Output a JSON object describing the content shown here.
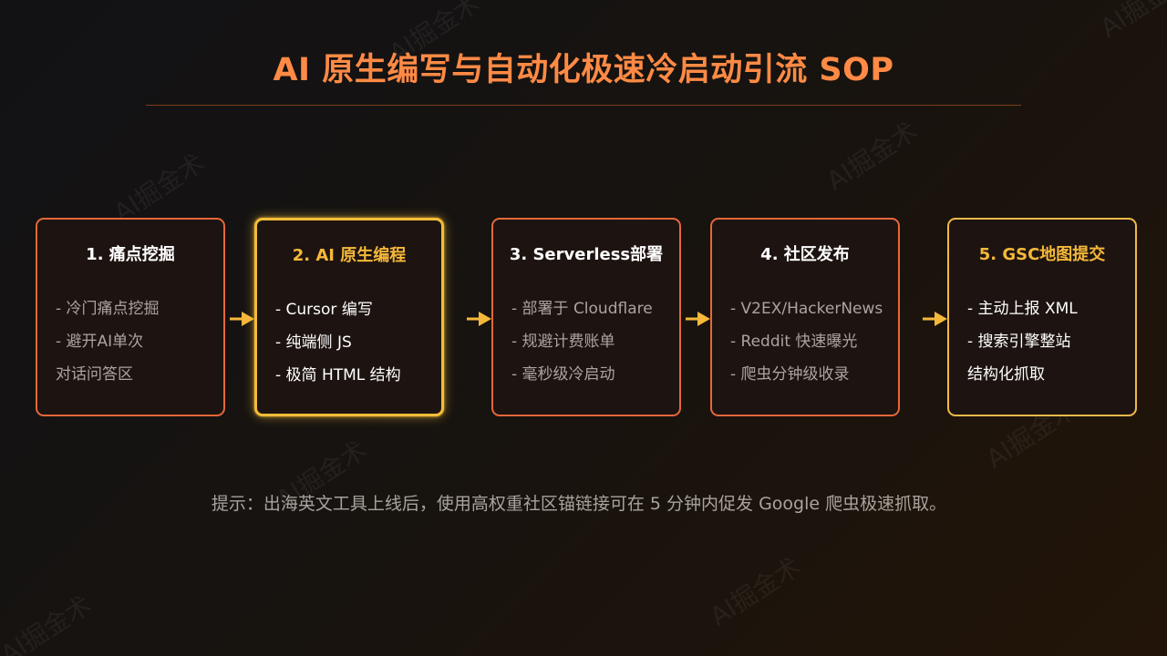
{
  "page": {
    "title": "AI 原生编写与自动化极速冷启动引流 SOP",
    "hint": "提示：出海英文工具上线后，使用高权重社区锚链接可在 5 分钟内促发 Google 爬虫极速抓取。",
    "watermark": "AI掘金术"
  },
  "steps": [
    {
      "title": "1. 痛点挖掘",
      "items": [
        "- 冷门痛点挖掘",
        "- 避开AI单次",
        "对话问答区"
      ]
    },
    {
      "title": "2. AI 原生编程",
      "items": [
        "- Cursor 编写",
        "- 纯端侧 JS",
        "- 极简 HTML 结构"
      ]
    },
    {
      "title": "3. Serverless部署",
      "items": [
        "- 部署于 Cloudflare",
        "- 规避计费账单",
        "- 毫秒级冷启动"
      ]
    },
    {
      "title": "4. 社区发布",
      "items": [
        "- V2EX/HackerNews",
        "- Reddit 快速曝光",
        "- 爬虫分钟级收录"
      ]
    },
    {
      "title": "5. GSC地图提交",
      "items": [
        "- 主动上报 XML",
        "- 搜索引擎整站",
        "结构化抓取"
      ]
    }
  ],
  "colors": {
    "title": "#ff8a45",
    "card_border": "#e4683a",
    "highlight_border": "#f4bd3a",
    "arrow": "#f6b83a",
    "accent_text": "#f6b83a",
    "muted_text": "#aaa4a0"
  }
}
